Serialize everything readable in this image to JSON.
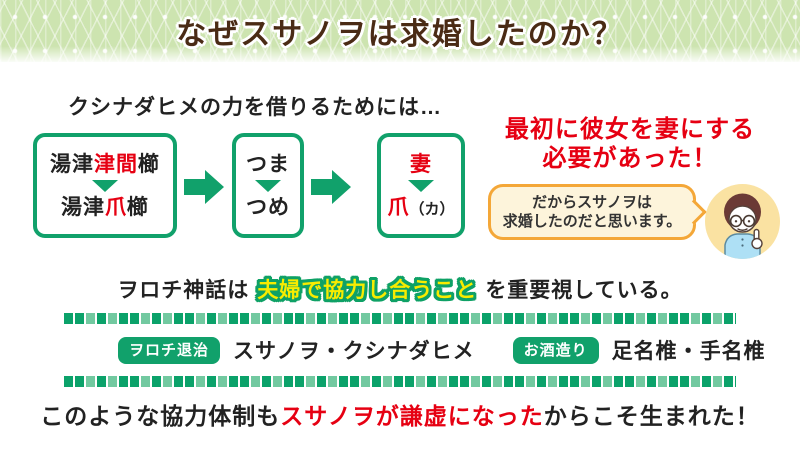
{
  "banner": {
    "title": "なぜスサノヲは求婚したのか？"
  },
  "intro": {
    "text": "クシナダヒメの力を借りるためには…"
  },
  "flow": {
    "box1": {
      "top_black1": "湯津",
      "top_red": "津間",
      "top_black2": "櫛",
      "bottom_black1": "湯津",
      "bottom_red": "爪",
      "bottom_black2": "櫛"
    },
    "box2": {
      "top": "つま",
      "bottom": "つめ"
    },
    "box3": {
      "top_red": "妻",
      "bottom_red": "爪",
      "bottom_paren": "（カ）"
    }
  },
  "right": {
    "headline_line1": "最初に彼女を妻にする",
    "headline_line2": "必要があった！",
    "bubble_line1": "だからスサノヲは",
    "bubble_line2": "求婚したのだと思います。"
  },
  "middle": {
    "prefix": "ヲロチ神話は",
    "highlight": "夫婦で協力し合うこと",
    "suffix": "を重要視している。"
  },
  "tags": {
    "tag1_label": "ヲロチ退治",
    "tag1_value": "スサノヲ・クシナダヒメ",
    "tag2_label": "お酒造り",
    "tag2_value": "足名椎・手名椎"
  },
  "bottom": {
    "prefix": "このような協力体制も",
    "highlight": "スサノヲが謙虚になった",
    "suffix": "からこそ生まれた！"
  },
  "colors": {
    "green": "#11a16b",
    "red": "#e60012",
    "highlight_yellow": "#f8ec00",
    "title_brown": "#4a2b15",
    "bubble_border": "#f4a738",
    "bubble_bg": "#fdf4db",
    "banner_green": "#cde4b0"
  },
  "icons": {
    "avatar": "boy-with-glasses-pointing-icon",
    "arrow_right": "green-block-arrow-icon",
    "arrow_down": "green-triangle-down-icon"
  }
}
